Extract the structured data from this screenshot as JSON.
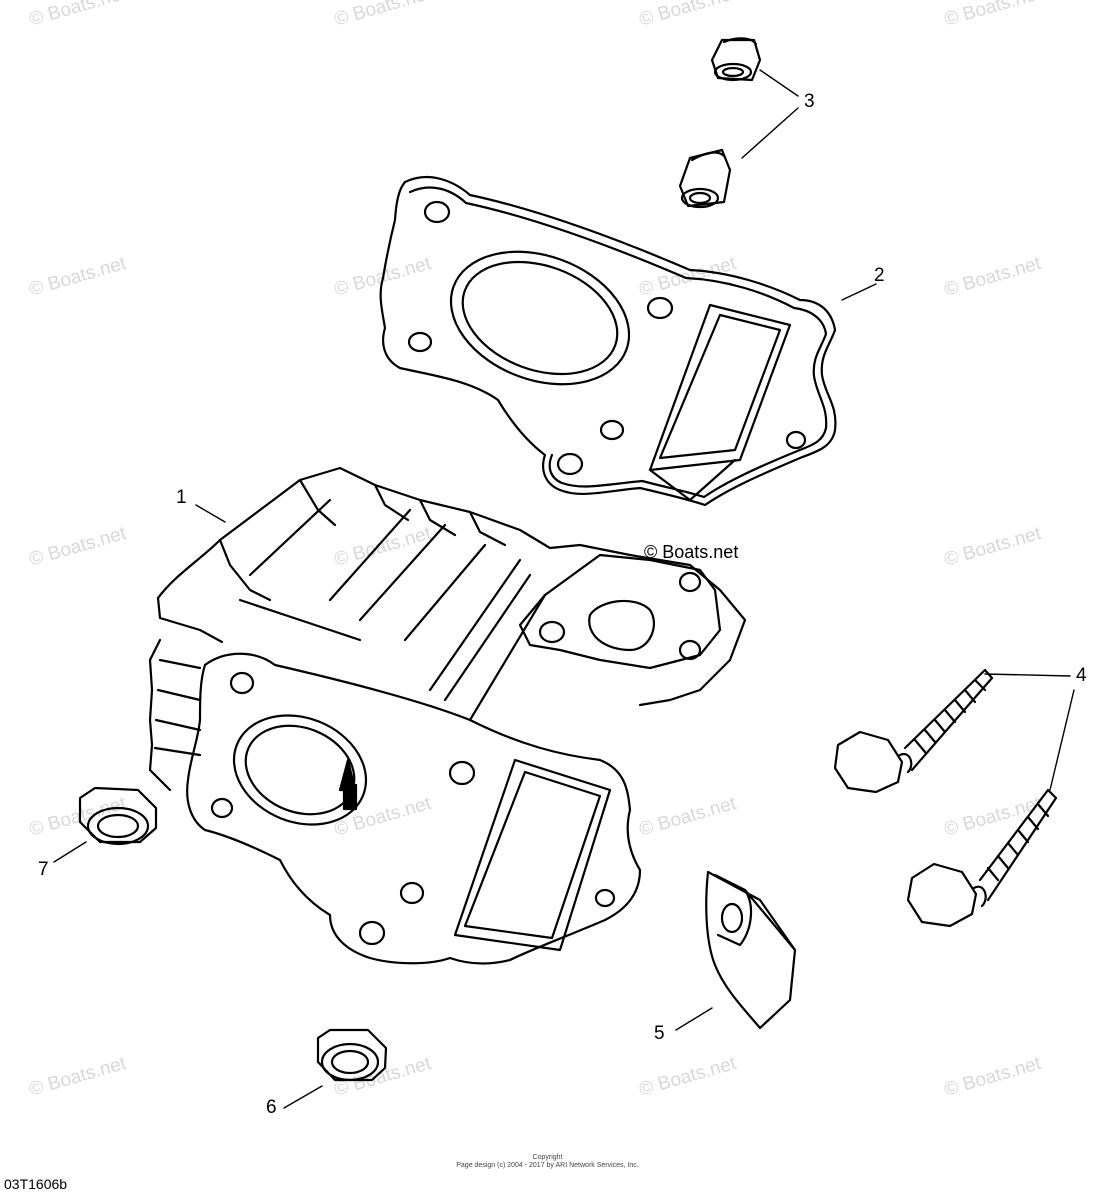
{
  "diagram": {
    "code": "03T1606b",
    "callouts": [
      "1",
      "2",
      "3",
      "4",
      "5",
      "6",
      "7"
    ],
    "watermark": "© Boats.net",
    "copyright_line1": "Copyright",
    "copyright_line2": "Page design (c) 2004 - 2017 by ARI Network Services, Inc."
  },
  "parts": [
    {
      "ref": "1",
      "icon": "cylinder-block-icon"
    },
    {
      "ref": "2",
      "icon": "cylinder-gasket-icon"
    },
    {
      "ref": "3",
      "icon": "dowel-pin-icon"
    },
    {
      "ref": "4",
      "icon": "flange-bolt-icon"
    },
    {
      "ref": "5",
      "icon": "chain-guide-icon"
    },
    {
      "ref": "6",
      "icon": "seal-ring-icon"
    },
    {
      "ref": "7",
      "icon": "seal-ring-icon"
    }
  ],
  "colors": {
    "line": "#000000",
    "watermark": "#d8d8d8",
    "background": "#ffffff"
  }
}
